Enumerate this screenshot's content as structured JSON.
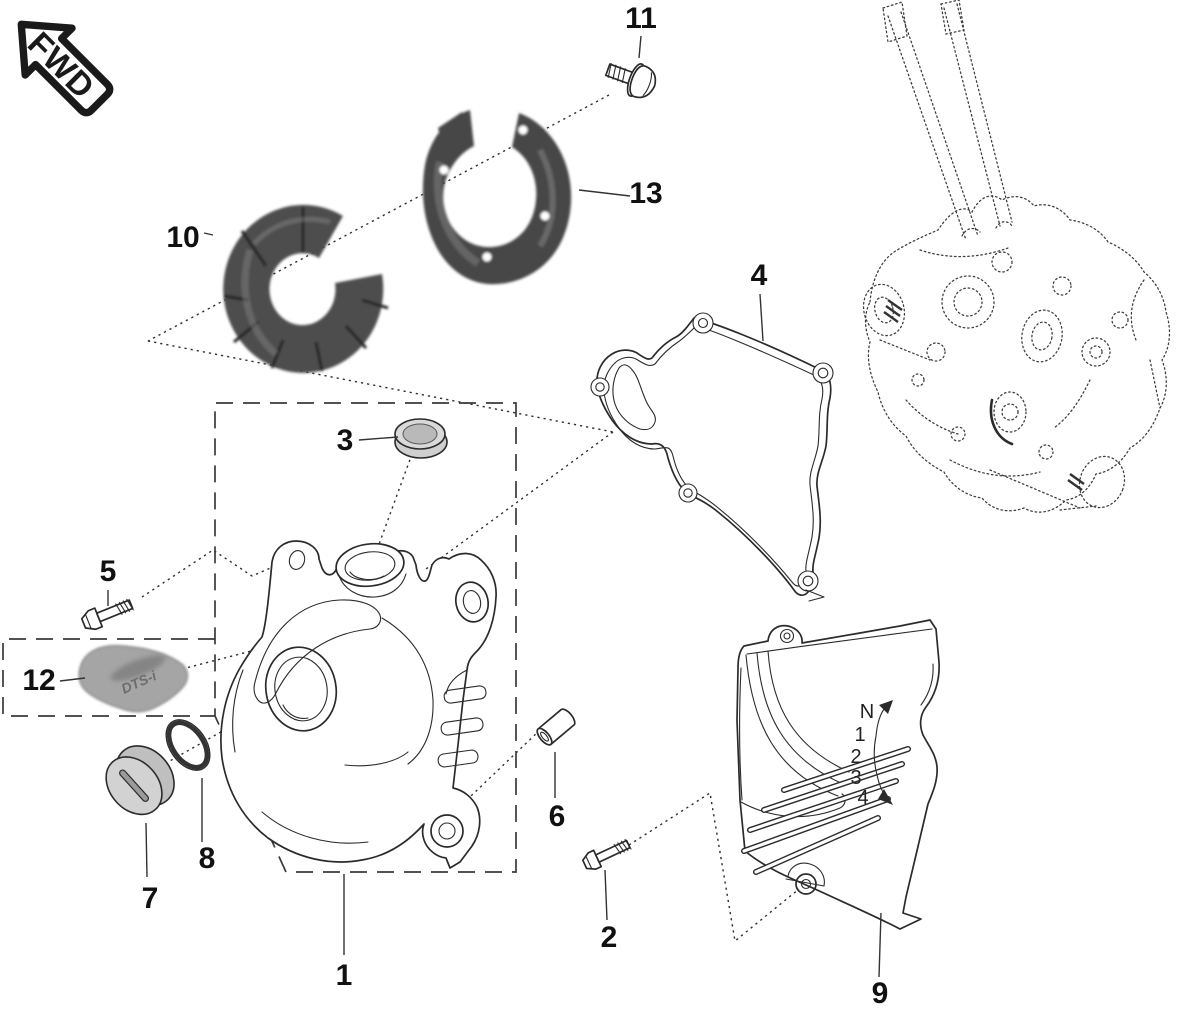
{
  "badge": {
    "label": "FWD"
  },
  "callouts": [
    "1",
    "2",
    "3",
    "4",
    "5",
    "6",
    "7",
    "8",
    "9",
    "10",
    "11",
    "12",
    "13"
  ],
  "sticker": {
    "text": "DTS-i"
  },
  "gear_indicator": {
    "neutral": "N",
    "first": "1",
    "second": "2",
    "third": "3",
    "fourth": "4"
  },
  "colors": {
    "line": "#2b2b2b",
    "background": "#ffffff",
    "photo_part_dark": "#4a4a4a",
    "photo_part_light": "#7d7d7d",
    "cap_gray": "#cccccc",
    "sticker_gray": "#a5a5a5"
  }
}
